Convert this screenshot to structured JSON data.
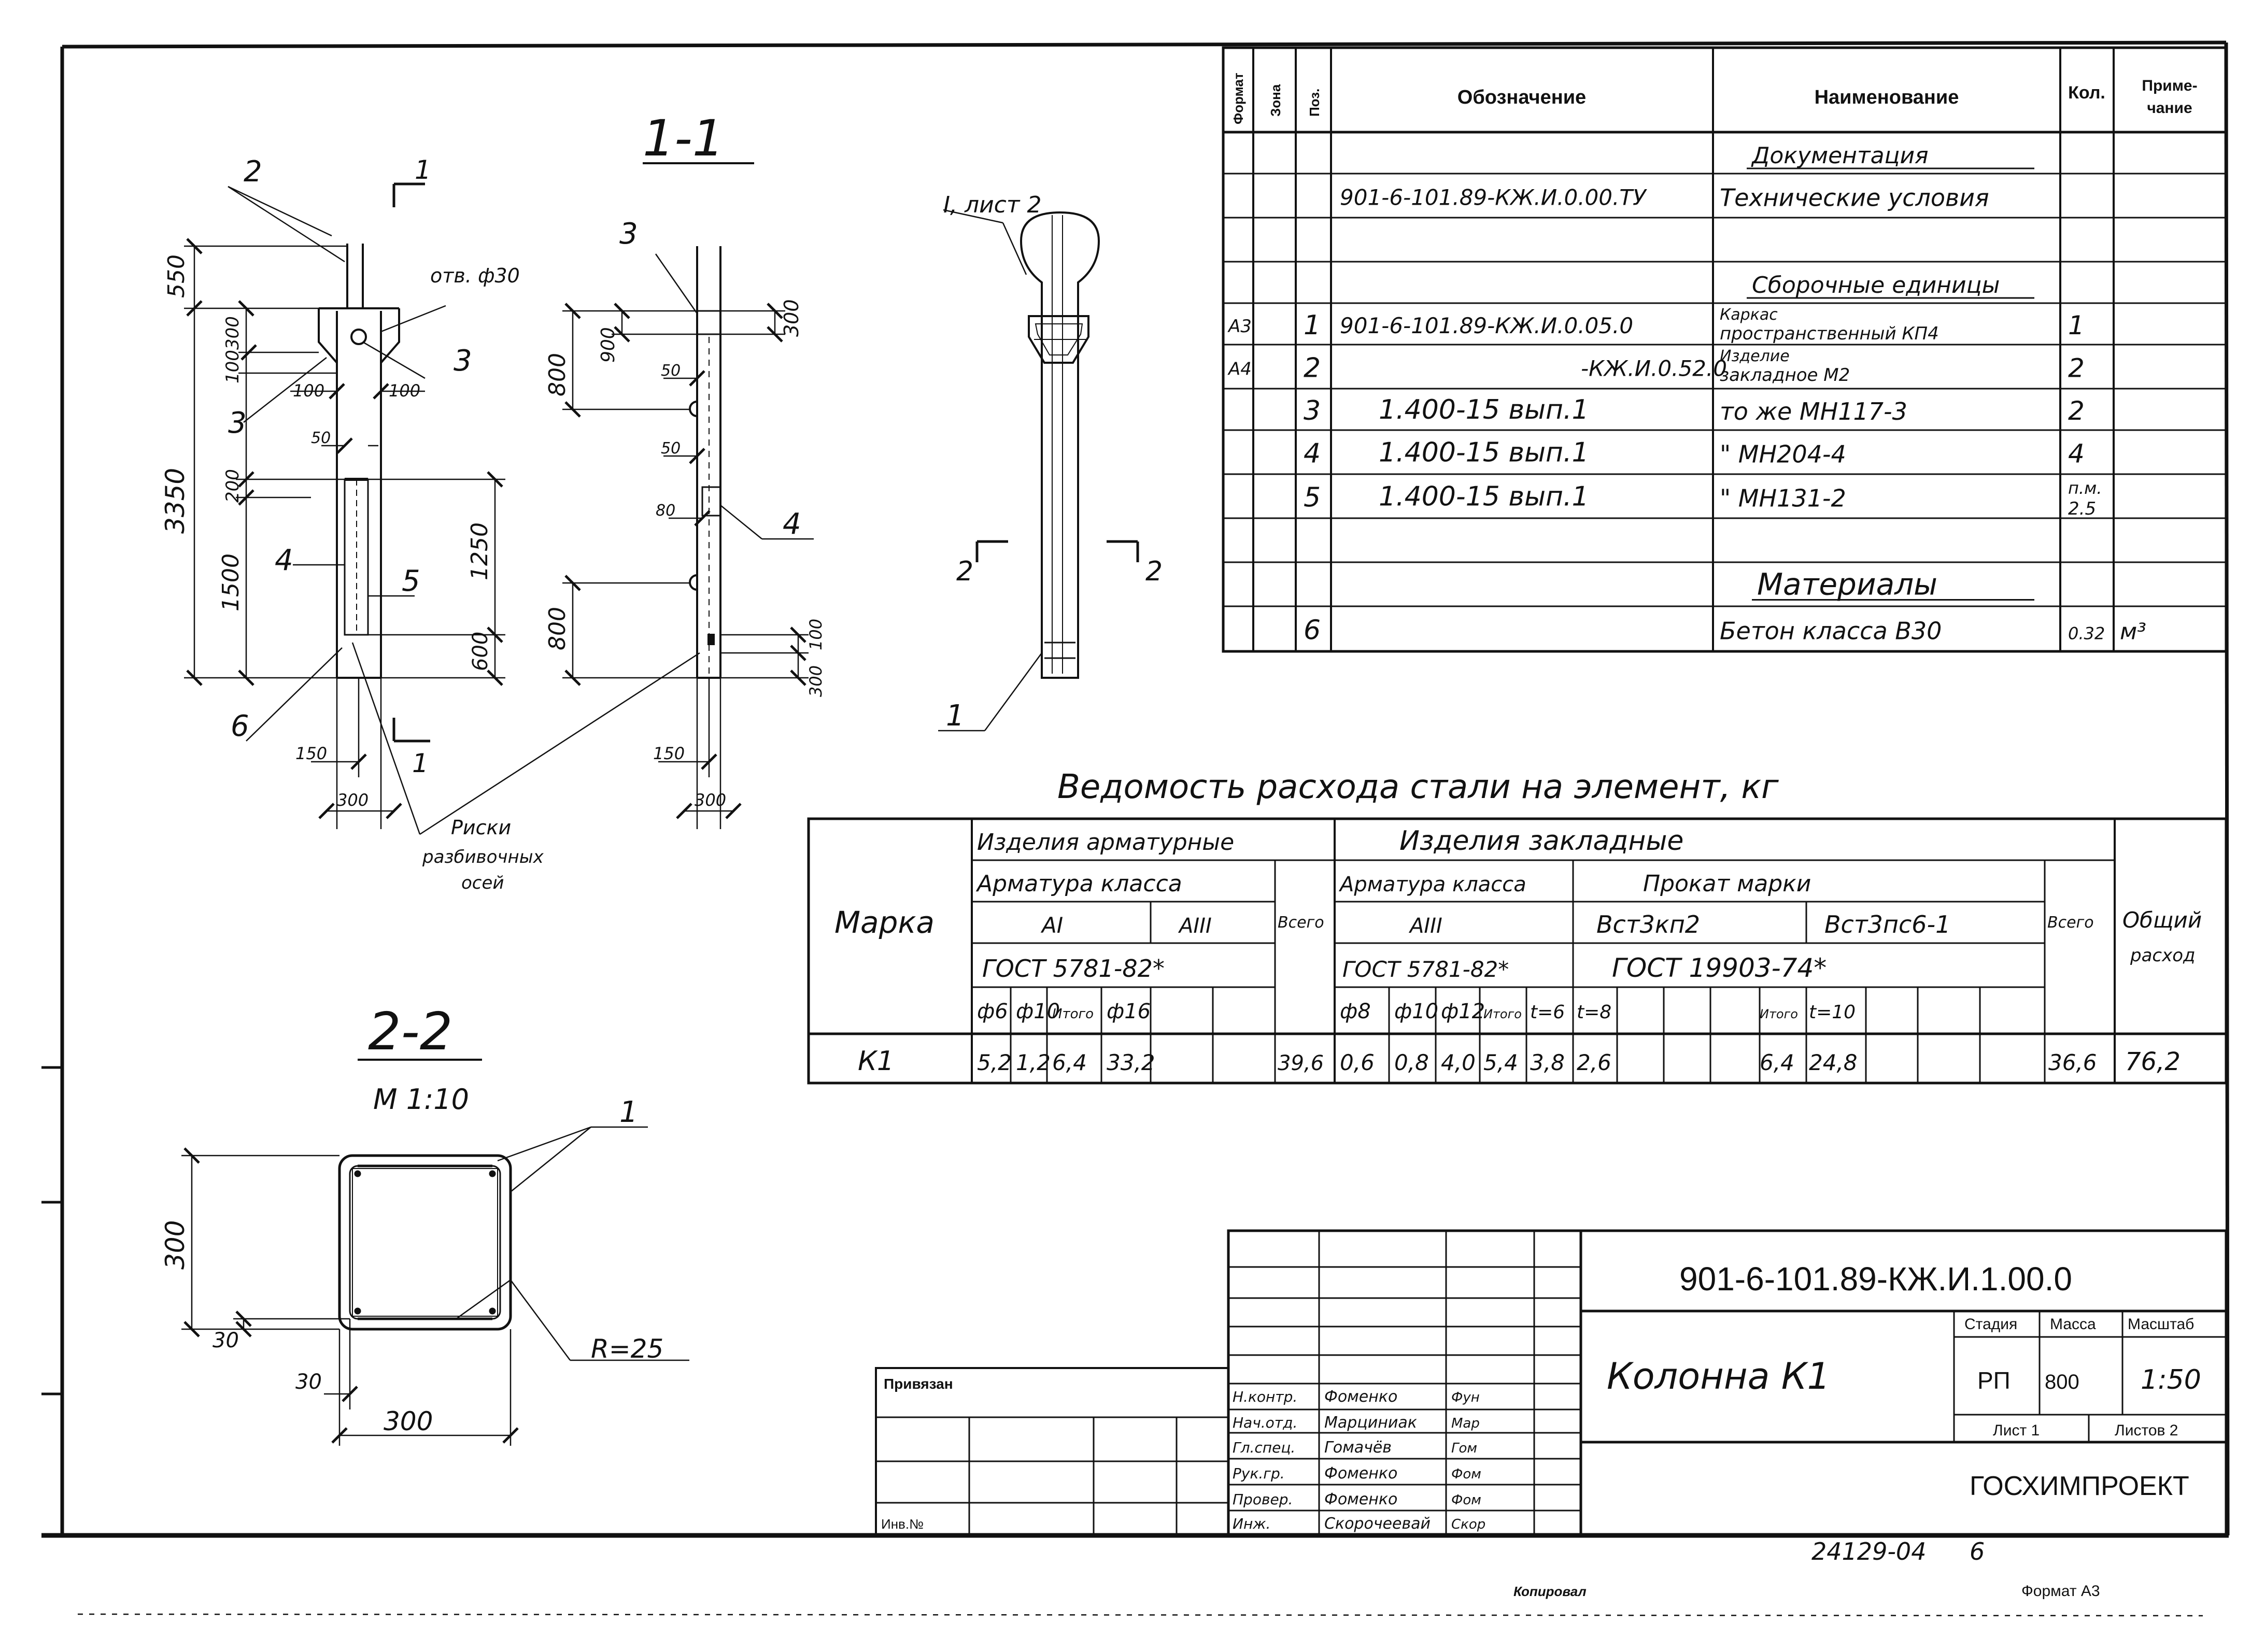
{
  "spec_table": {
    "headers": {
      "format": "Формат",
      "zone": "Зона",
      "pos": "Поз.",
      "designation": "Обозначение",
      "name": "Наименование",
      "qty": "Кол.",
      "note_1": "Приме-",
      "note_2": "чание"
    },
    "rows": [
      {
        "format": "",
        "pos": "",
        "designation": "",
        "name": "Документация",
        "name2": "",
        "qty": "",
        "note": ""
      },
      {
        "format": "",
        "pos": "",
        "designation": "901-6-101.89-КЖ.И.0.00.ТУ",
        "name": "Технические условия",
        "name2": "",
        "qty": "",
        "note": ""
      },
      {
        "format": "",
        "pos": "",
        "designation": "",
        "name": "",
        "name2": "",
        "qty": "",
        "note": ""
      },
      {
        "format": "",
        "pos": "",
        "designation": "",
        "name": "Сборочные единицы",
        "name2": "",
        "qty": "",
        "note": ""
      },
      {
        "format": "А3",
        "pos": "1",
        "designation": "901-6-101.89-КЖ.И.0.05.0",
        "name": "Каркас",
        "name2": "пространственный КП4",
        "qty": "1",
        "note": ""
      },
      {
        "format": "А4",
        "pos": "2",
        "designation": "-КЖ.И.0.52.0",
        "name": "Изделие",
        "name2": "закладное      М2",
        "qty": "2",
        "note": ""
      },
      {
        "format": "",
        "pos": "3",
        "designation": "1.400-15 вып.1",
        "name": "то же      МН117-3",
        "name2": "",
        "qty": "2",
        "note": ""
      },
      {
        "format": "",
        "pos": "4",
        "designation": "1.400-15 вып.1",
        "name": "\"         МН204-4",
        "name2": "",
        "qty": "4",
        "note": ""
      },
      {
        "format": "",
        "pos": "5",
        "designation": "1.400-15 вып.1",
        "name": "\"         МН131-2",
        "name2": "",
        "qty": "п.м.",
        "note": "2.5"
      },
      {
        "format": "",
        "pos": "",
        "designation": "",
        "name": "",
        "name2": "",
        "qty": "",
        "note": ""
      },
      {
        "format": "",
        "pos": "",
        "designation": "",
        "name": "Материалы",
        "name2": "",
        "qty": "",
        "note": ""
      },
      {
        "format": "",
        "pos": "6",
        "designation": "",
        "name": "Бетон  класса  В30",
        "name2": "",
        "qty": "0.32",
        "note": "м³"
      }
    ]
  },
  "drawing": {
    "section_1_1": "1-1",
    "section_2_2": "2-2",
    "scale_2_2": "М 1:10",
    "detail_ref": "I, лист 2",
    "marks_labels": {
      "line1": "Риски",
      "line2": "разбивочных",
      "line3": "осей"
    },
    "hole_label": "отв. ф30",
    "radius_label": "R=25",
    "cut_mark": "1",
    "cut_mark_2": "2",
    "front_dims": {
      "d550": "550",
      "d3350": "3350",
      "d1500": "1500",
      "d100": "100",
      "d300": "300",
      "d200": "200",
      "d1250": "1250",
      "d600": "600",
      "d150": "150",
      "d50": "50"
    },
    "side_dims": {
      "d800a": "800",
      "d900": "900",
      "d300": "300",
      "d50": "50",
      "d80": "80",
      "d800b": "800",
      "d100": "100",
      "d300b": "300",
      "d150": "150"
    },
    "section_dims": {
      "d300v": "300",
      "d30v": "30",
      "d30h": "30",
      "d300h": "300"
    },
    "positions": [
      "1",
      "2",
      "3",
      "4",
      "5",
      "6"
    ]
  },
  "steel_table": {
    "title": "Ведомость   расхода   стали   на   элемент, кг",
    "col_mark": "Марка",
    "group_rebar": "Изделия арматурные",
    "group_embed": "Изделия закладные",
    "rebar_class": "Арматура класса",
    "embed_rebar_class": "Арматура класса",
    "rolled": "Прокат  марки",
    "a1": "АI",
    "a3": "АIII",
    "a3b": "АIII",
    "vst1": "Вст3кп2",
    "vst2": "Вст3пс6-1",
    "gost1": "ГОСТ 5781-82*",
    "gost2": "ГОСТ 5781-82*",
    "gost3": "ГОСТ 19903-74*",
    "total": "Всего",
    "total_embed": "Всего",
    "overall_1": "Общий",
    "overall_2": "расход",
    "sub_rebar": [
      "ф6",
      "ф10",
      "Итого",
      "ф16",
      ""
    ],
    "sub_embed_rebar": [
      "ф8",
      "ф10",
      "ф12",
      "Итого"
    ],
    "sub_rolled": [
      "t=6",
      "t=8",
      "",
      "Итого",
      "t=10",
      "",
      "",
      ""
    ],
    "row": {
      "mark": "К1",
      "rebar": [
        "5,2",
        "1,2",
        "6,4",
        "33,2",
        ""
      ],
      "rebar_total": "39,6",
      "embed_rebar": [
        "0,6",
        "0,8",
        "4,0",
        "5,4"
      ],
      "rolled": [
        "3,8",
        "2,6",
        "",
        "6,4",
        "24,8",
        "",
        "",
        ""
      ],
      "embed_total": "36,6",
      "overall": "76,2"
    }
  },
  "title_block": {
    "code": "901-6-101.89-КЖ.И.1.00.0",
    "title": "Колонна  К1",
    "stage_label": "Стадия",
    "mass_label": "Масса",
    "scale_label": "Масштаб",
    "stage": "РП",
    "mass": "800",
    "scale": "1:50",
    "sheet_label": "Лист 1",
    "sheets_label": "Листов 2",
    "org": "ГОСХИМПРОЕКТ",
    "privyazan": "Привязан",
    "inv": "Инв.№",
    "roles": [
      "Н.контр.",
      "Нач.отд.",
      "Гл.спец.",
      "Рук.гр.",
      "Провер.",
      "Инж."
    ],
    "names": [
      "Фоменко",
      "Марциниак",
      "Гомачёв",
      "Фоменко",
      "Фоменко",
      "Скорочеевай"
    ],
    "signs": [
      "Фун",
      "Мар",
      "Гом",
      "Фом",
      "Фом",
      "Скор"
    ]
  },
  "footer": {
    "number": "24129-04",
    "sheet": "6",
    "copied": "Копировал",
    "format": "Формат А3"
  }
}
